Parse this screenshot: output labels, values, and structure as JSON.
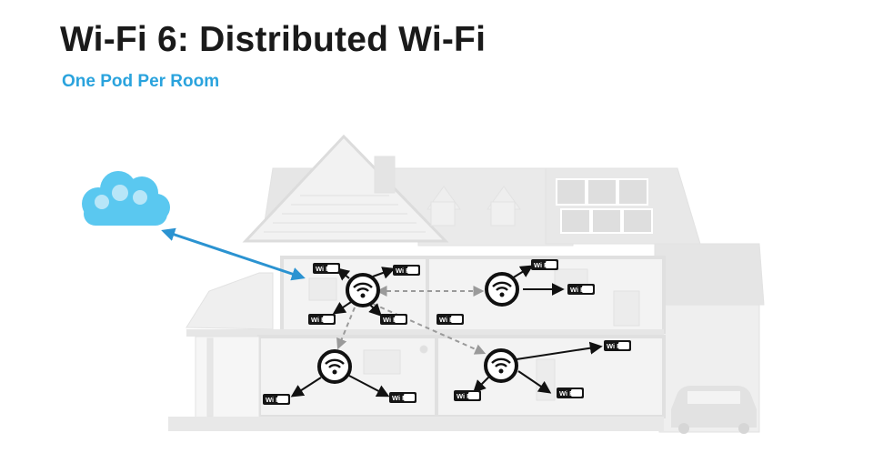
{
  "title": "Wi-Fi 6: Distributed Wi-Fi",
  "subtitle": "One Pod Per Room",
  "badge_label": "Wi Fi",
  "colors": {
    "title": "#1a1a1a",
    "subtitle": "#2aa3dd",
    "cloud": "#5ac8f0",
    "cloud_link": "#2b93d1",
    "house": "#e9e9e9",
    "pod": "#111111",
    "mesh_link": "#9a9a9a"
  },
  "icons": [
    "cloud-icon",
    "wifi-pod-icon",
    "wifi-device-badge-icon",
    "house-illustration",
    "solar-panel-icon",
    "car-icon"
  ]
}
